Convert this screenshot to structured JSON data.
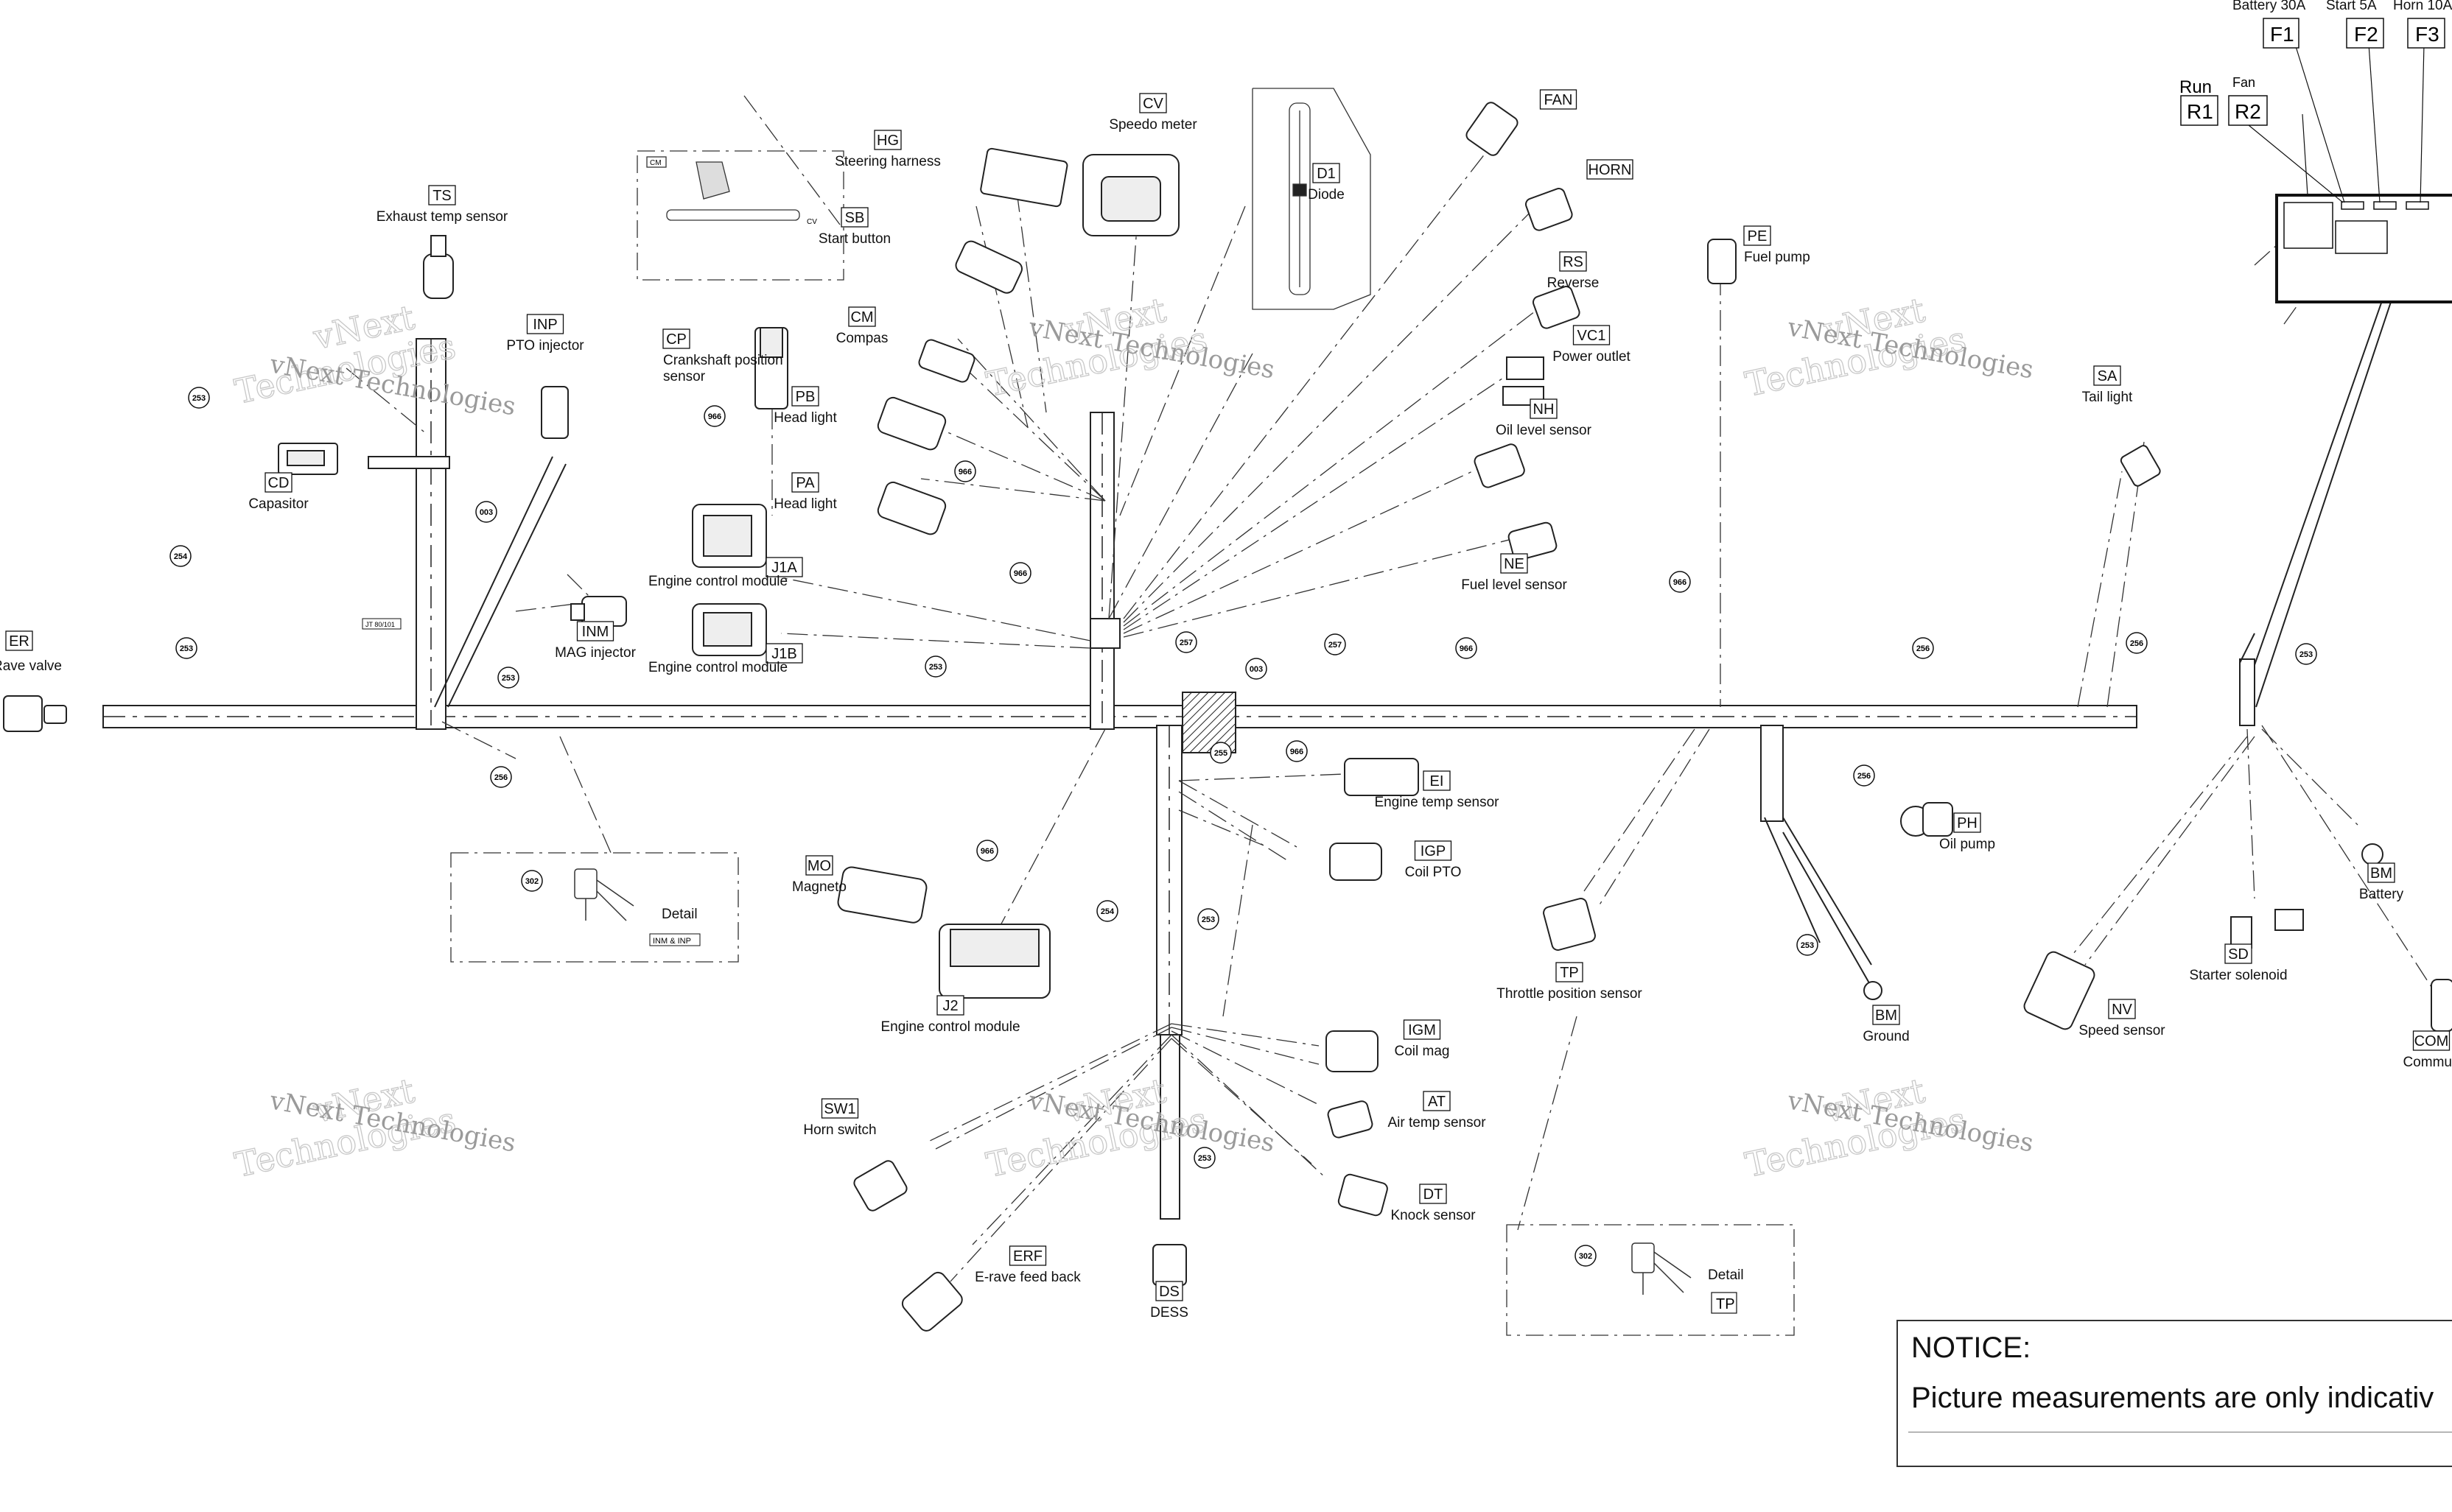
{
  "components": [
    {
      "id": "ER",
      "code": "ER",
      "label": "Rave valve"
    },
    {
      "id": "TS",
      "code": "TS",
      "label": "Exhaust temp sensor"
    },
    {
      "id": "INP",
      "code": "INP",
      "label": "PTO injector"
    },
    {
      "id": "CD",
      "code": "CD",
      "label": "Capasitor"
    },
    {
      "id": "INM",
      "code": "INM",
      "label": "MAG injector"
    },
    {
      "id": "CP",
      "code": "CP",
      "label": "Crankshaft position",
      "label2": "sensor"
    },
    {
      "id": "HG",
      "code": "HG",
      "label": "Steering harness"
    },
    {
      "id": "SB",
      "code": "SB",
      "label": "Start button"
    },
    {
      "id": "CM",
      "code": "CM",
      "label": "Compas"
    },
    {
      "id": "PB",
      "code": "PB",
      "label": "Head light"
    },
    {
      "id": "PA",
      "code": "PA",
      "label": "Head light"
    },
    {
      "id": "J1A",
      "code": "J1A",
      "label": "Engine control module"
    },
    {
      "id": "J1B",
      "code": "J1B",
      "label": "Engine control module"
    },
    {
      "id": "CV",
      "code": "CV",
      "label": "Speedo meter"
    },
    {
      "id": "D1",
      "code": "D1",
      "label": "Diode"
    },
    {
      "id": "FAN",
      "code": "FAN",
      "label": ""
    },
    {
      "id": "HORN",
      "code": "HORN",
      "label": ""
    },
    {
      "id": "RS",
      "code": "RS",
      "label": "Reverse"
    },
    {
      "id": "VC1",
      "code": "VC1",
      "label": "Power outlet"
    },
    {
      "id": "NH",
      "code": "NH",
      "label": "Oil level sensor"
    },
    {
      "id": "NE",
      "code": "NE",
      "label": "Fuel level sensor"
    },
    {
      "id": "PE",
      "code": "PE",
      "label": "Fuel pump"
    },
    {
      "id": "SA",
      "code": "SA",
      "label": "Tail light"
    },
    {
      "id": "EI",
      "code": "EI",
      "label": "Engine temp sensor"
    },
    {
      "id": "IGP",
      "code": "IGP",
      "label": "Coil PTO"
    },
    {
      "id": "MO",
      "code": "MO",
      "label": "Magneto"
    },
    {
      "id": "J2",
      "code": "J2",
      "label": "Engine control module"
    },
    {
      "id": "IGM",
      "code": "IGM",
      "label": "Coil mag"
    },
    {
      "id": "AT",
      "code": "AT",
      "label": "Air temp sensor"
    },
    {
      "id": "DT",
      "code": "DT",
      "label": "Knock sensor"
    },
    {
      "id": "SW1",
      "code": "SW1",
      "label": "Horn switch"
    },
    {
      "id": "ERF",
      "code": "ERF",
      "label": "E-rave feed back"
    },
    {
      "id": "DS",
      "code": "DS",
      "label": "DESS"
    },
    {
      "id": "TP",
      "code": "TP",
      "label": "Throttle position sensor"
    },
    {
      "id": "PH",
      "code": "PH",
      "label": "Oil pump"
    },
    {
      "id": "BM1",
      "code": "BM",
      "label": "Ground"
    },
    {
      "id": "BM2",
      "code": "BM",
      "label": "Battery"
    },
    {
      "id": "NV",
      "code": "NV",
      "label": "Speed sensor"
    },
    {
      "id": "SD",
      "code": "SD",
      "label": "Starter solenoid"
    },
    {
      "id": "COM",
      "code": "COM",
      "label": "Commun"
    }
  ],
  "fuse_box": {
    "fuses": [
      {
        "code": "F1",
        "label": "Battery 30A"
      },
      {
        "code": "F2",
        "label": "Start 5A"
      },
      {
        "code": "F3",
        "label": "Horn 10A"
      }
    ],
    "relays": [
      {
        "code": "R1",
        "label": "Run"
      },
      {
        "code": "R2",
        "label": "Fan"
      }
    ]
  },
  "bubbles": [
    "253",
    "254",
    "253",
    "256",
    "253",
    "003",
    "302",
    "966",
    "966",
    "966",
    "966",
    "257",
    "003",
    "257",
    "256",
    "256",
    "253",
    "255",
    "966",
    "966",
    "254",
    "253",
    "253",
    "302",
    "966",
    "256",
    "253",
    "253"
  ],
  "details": [
    {
      "id": "detail-inj",
      "title": "Detail",
      "tag": "INM & INP"
    },
    {
      "id": "detail-tp",
      "title": "Detail",
      "tag": "TP"
    }
  ],
  "small_tags": {
    "cm_inset_left": "CM",
    "cm_inset_right": "CV",
    "jt_tag": "JT 80/101"
  },
  "watermark": {
    "line1": "vNext",
    "line2": "Technologies",
    "line3": "vNext Technologies"
  },
  "notice": {
    "title": "NOTICE:",
    "text": "Picture measurements are only indicativ"
  }
}
